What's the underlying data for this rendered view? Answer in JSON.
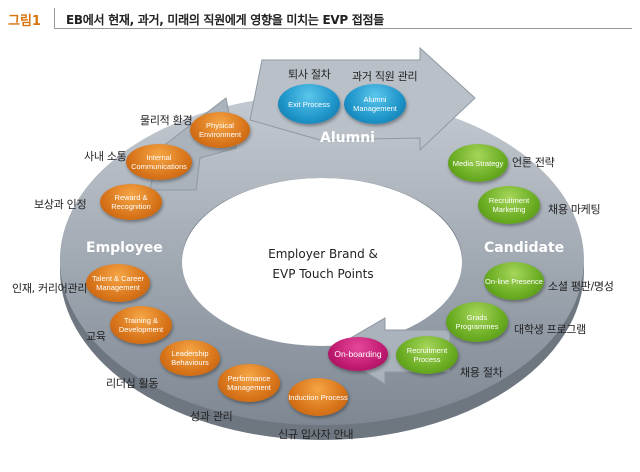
{
  "header": {
    "figure_label": "그림1",
    "title": "EB에서 현재, 과거, 미래의 직원에게 영향을 미치는 EVP 접점들"
  },
  "center_text": {
    "line1": "Employer Brand &",
    "line2": "EVP Touch Points"
  },
  "sections": {
    "alumni": "Alumni",
    "employee": "Employee",
    "candidate": "Candidate"
  },
  "nodes": {
    "exit_process": "Exit Process",
    "alumni_management": "Alumni Management",
    "media_strategy": "Media Strategy",
    "recruitment_marketing": "Recruitment Marketing",
    "online_presence": "On-line Presence",
    "grads_programmes": "Grads Programmes",
    "recruitment_process": "Recruitment Process",
    "onboarding": "On-boarding",
    "induction_process": "Induction Process",
    "performance_management": "Performance Management",
    "leadership_behaviours": "Leadership Behaviours",
    "training_development": "Training & Development",
    "talent_career_management": "Talent & Career Management",
    "reward_recognition": "Reward & Recognition",
    "internal_communications": "Internal Communications",
    "physical_environment": "Physical Environment"
  },
  "labels": {
    "exit_process": "퇴사 절차",
    "alumni_management": "과거 직원 관리",
    "media_strategy": "언론 전략",
    "recruitment_marketing": "채용 마케팅",
    "online_presence": "소셜 평판/명성",
    "grads_programmes": "대학생 프로그램",
    "recruitment_process": "채용 절차",
    "induction_process": "신규 입사자 안내",
    "performance_management": "성과 관리",
    "leadership_behaviours": "리더십 활동",
    "training_development": "교육",
    "talent_career_management": "인재, 커리어관리",
    "reward_recognition": "보상과 인정",
    "internal_communications": "사내 소통",
    "physical_environment": "물리적 환경"
  },
  "colors": {
    "employee_node": "#d8741a",
    "candidate_node": "#6aac22",
    "alumni_node": "#1d94c9",
    "onboarding_node": "#c01a70",
    "ring": "#9aa3ad",
    "figure_label": "#d9730d"
  }
}
